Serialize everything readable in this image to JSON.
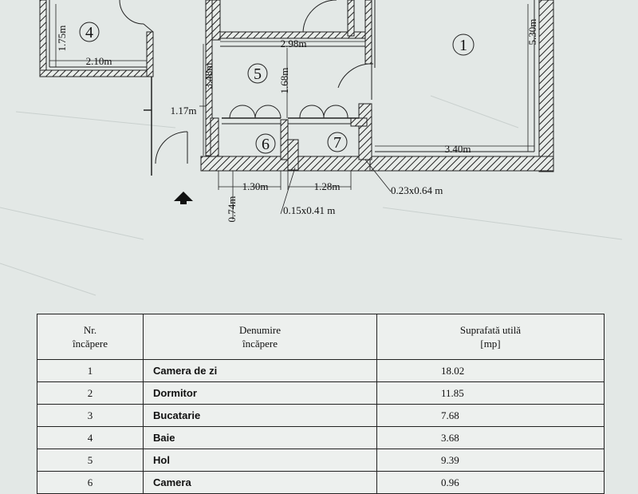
{
  "plan": {
    "room_numbers": [
      "1",
      "4",
      "5",
      "6",
      "7"
    ],
    "dimensions": {
      "d_175": "1.75m",
      "d_210": "2.10m",
      "d_348": "3.48m",
      "d_117": "1.17m",
      "d_298": "2.98m",
      "d_168": "1.68m",
      "d_530": "5.30m",
      "d_340": "3.40m",
      "d_130": "1.30m",
      "d_128": "1.28m",
      "d_074": "0.74m",
      "d_015": "0.15x0.41 m",
      "d_023": "0.23x0.64 m"
    }
  },
  "table": {
    "headers": {
      "nr": [
        "Nr.",
        "încăpere"
      ],
      "name": [
        "Denumire",
        "încăpere"
      ],
      "area": [
        "Suprafată utilă",
        "[mp]"
      ]
    },
    "rows": [
      {
        "nr": "1",
        "name": "Camera de zi",
        "area": "18.02"
      },
      {
        "nr": "2",
        "name": "Dormitor",
        "area": "11.85"
      },
      {
        "nr": "3",
        "name": "Bucatarie",
        "area": "7.68"
      },
      {
        "nr": "4",
        "name": "Baie",
        "area": "3.68"
      },
      {
        "nr": "5",
        "name": "Hol",
        "area": "9.39"
      },
      {
        "nr": "6",
        "name": "Camera",
        "area": "0.96"
      }
    ]
  }
}
